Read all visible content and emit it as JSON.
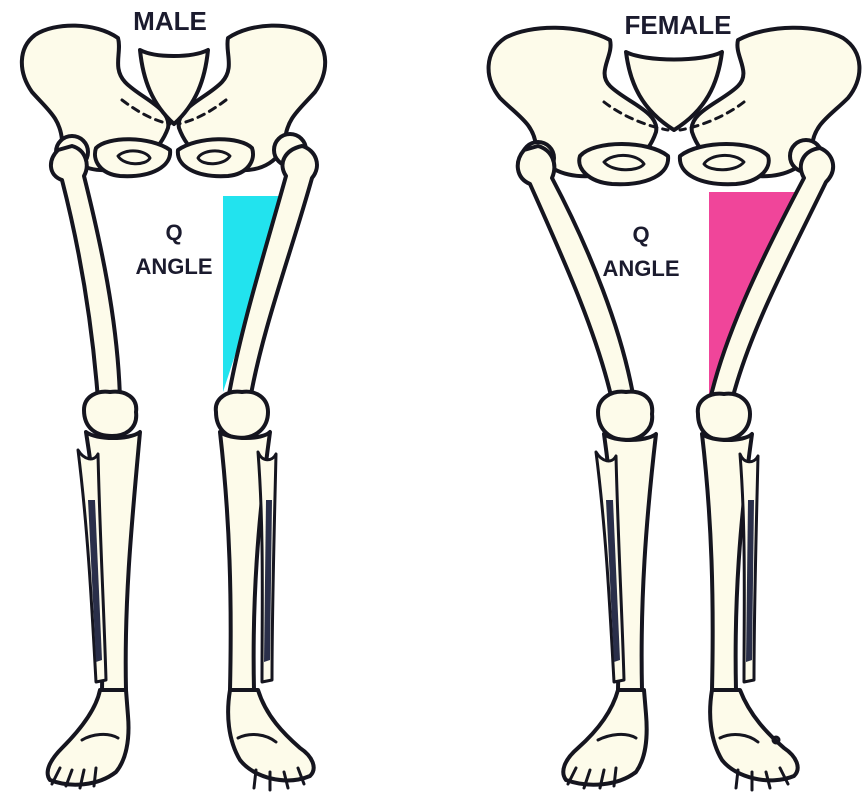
{
  "male": {
    "title": "MALE",
    "q_label_line1": "Q",
    "q_label_line2": "ANGLE",
    "q_angle_color": "#22e3ee"
  },
  "female": {
    "title": "FEMALE",
    "q_label_line1": "Q",
    "q_label_line2": "ANGLE",
    "q_angle_color": "#f0459a"
  }
}
